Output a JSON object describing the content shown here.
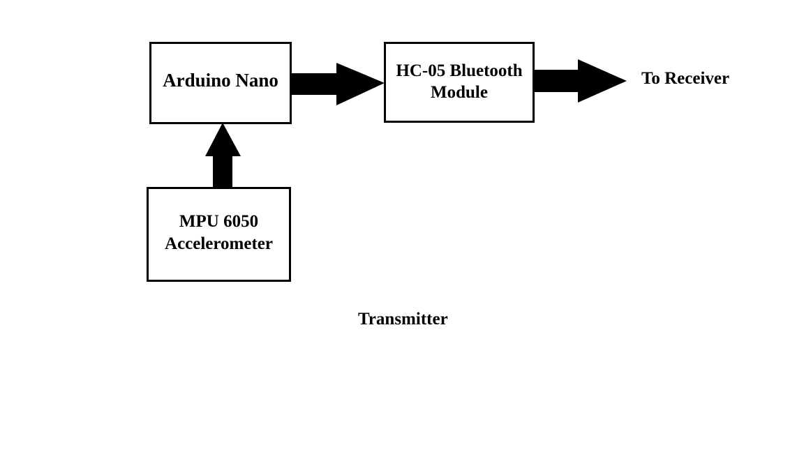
{
  "blocks": {
    "arduino": {
      "label": "Arduino Nano"
    },
    "bluetooth": {
      "line1": "HC-05 Bluetooth",
      "line2": "Module"
    },
    "mpu": {
      "line1": "MPU 6050",
      "line2": "Accelerometer"
    }
  },
  "output_label": "To Receiver",
  "caption": "Transmitter",
  "colors": {
    "stroke": "#000000",
    "background": "#ffffff"
  }
}
